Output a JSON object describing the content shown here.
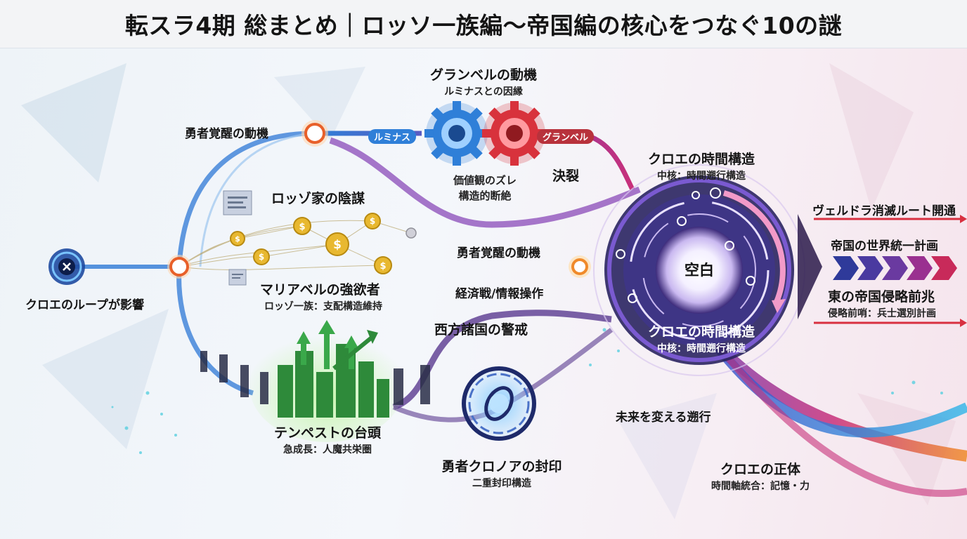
{
  "title": "転スラ4期 総まとめ｜ロッソ一族編〜帝国編の核心をつなぐ10の謎",
  "nodes": {
    "granbell_motive": {
      "label": "グランベルの動機",
      "sub": "ルミナスとの因縁"
    },
    "gear_left_tag": "ルミナス",
    "gear_right_tag": "グランベル",
    "value_gap": {
      "line1": "価値観のズレ",
      "line2": "構造的断絶"
    },
    "rupture": "決裂",
    "hero_awaken_top": "勇者覚醒の動機",
    "rosso_plot": "ロッゾ家の陰謀",
    "hero_awaken_mid": "勇者覚醒の動機",
    "mariabell": {
      "label": "マリアベルの強欲者",
      "sub": "ロッゾ一族：支配構造維持"
    },
    "economic_war": "経済戦/情報操作",
    "chloe_loop": "クロエのループが影響",
    "western_alert": "西方諸国の警戒",
    "tempest_rise": {
      "label": "テンペストの台頭",
      "sub": "急成長：人魔共栄圏"
    },
    "chronoa_seal": {
      "label": "勇者クロノアの封印",
      "sub": "二重封印構造"
    },
    "chloe_time_top": {
      "label": "クロエの時間構造",
      "sub": "中核：時間遡行構造"
    },
    "chloe_time_bottom": {
      "label": "クロエの時間構造",
      "sub": "中核：時間遡行構造"
    },
    "core_blank": "空白",
    "future_change": "未来を変える遡行",
    "chloe_identity": {
      "label": "クロエの正体",
      "sub": "時間軸統合：記憶・力"
    },
    "veldora_route": "ヴェルドラ消滅ルート開通",
    "empire_unify": "帝国の世界統一計画",
    "east_empire": {
      "label": "東の帝国侵略前兆",
      "sub": "侵略前哨：兵士選別計画"
    }
  },
  "icons": {
    "loop_node": "close-x-icon",
    "gears": "gear-icon",
    "coins": "dollar-coin-icon",
    "chain": "chain-link-icon",
    "city": "city-growth-arrows-icon",
    "documents": "document-icon",
    "arrows": "chevron-arrow-icon"
  },
  "colors": {
    "blue": "#2f7fd8",
    "red": "#d8323c",
    "orange": "#f08a2a",
    "purple": "#7a3fb0",
    "magenta": "#c8307a",
    "green": "#3aa84a",
    "navy": "#1e2a6a"
  }
}
